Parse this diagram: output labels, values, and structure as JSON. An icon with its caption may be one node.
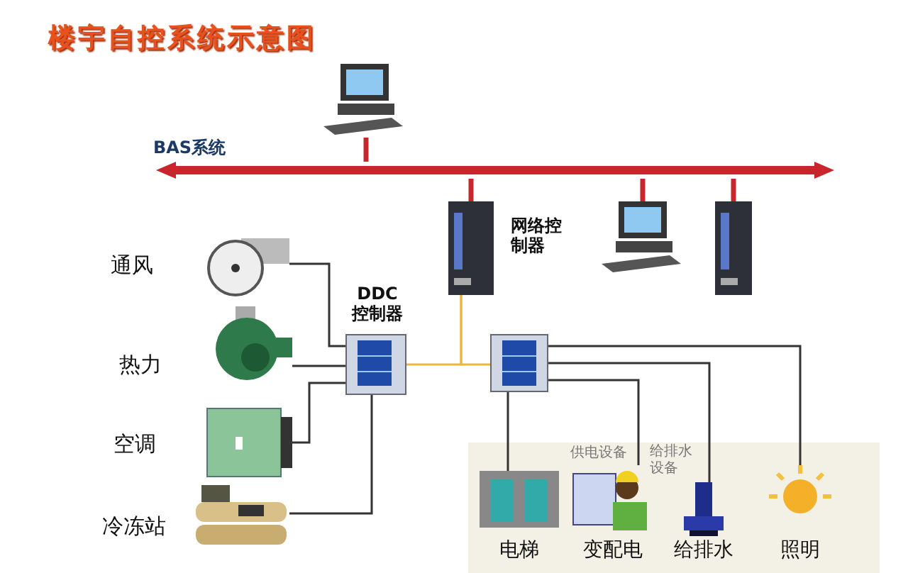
{
  "diagram": {
    "title": "楼宇自控系统示意图",
    "nodes": [
      {
        "text": [],
        "shape": "picture"
      },
      {
        "text": [],
        "shape": "bar",
        "beside": [
          "BAS系统"
        ]
      },
      {
        "text": [],
        "shape": "picture",
        "beside": [
          "网络控制器"
        ]
      },
      {
        "text": [],
        "shape": "picture"
      },
      {
        "text": [],
        "shape": "picture"
      },
      {
        "text": [],
        "shape": "picture",
        "beside": [
          "DDC控制器"
        ]
      },
      {
        "text": [],
        "shape": "picture"
      },
      {
        "text": [],
        "shape": "picture",
        "beside": [
          "通风"
        ]
      },
      {
        "text": [],
        "shape": "picture",
        "beside": [
          "热力"
        ]
      },
      {
        "text": [],
        "shape": "picture",
        "beside": [
          "空调"
        ]
      },
      {
        "text": [],
        "shape": "picture",
        "beside": [
          "冷冻站"
        ]
      },
      {
        "text": [],
        "shape": "picture",
        "beside": [
          "电梯"
        ]
      },
      {
        "text": [],
        "shape": "picture",
        "beside": [
          "变配电"
        ]
      },
      {
        "text": [],
        "shape": "picture",
        "beside": [
          "给排水"
        ]
      },
      {
        "text": [],
        "shape": "picture",
        "beside": [
          "照明"
        ]
      }
    ],
    "edges": [
      {
        "from": 0,
        "to": 1,
        "arrow": "none",
        "style": "thick",
        "color": "#c8262c"
      },
      {
        "from": 2,
        "to": 1,
        "arrow": "none",
        "style": "thick",
        "color": "#c8262c"
      },
      {
        "from": 3,
        "to": 1,
        "arrow": "none",
        "style": "thick",
        "color": "#c8262c"
      },
      {
        "from": 4,
        "to": 1,
        "arrow": "none",
        "style": "thick",
        "color": "#c8262c"
      },
      {
        "from": 2,
        "to": 5,
        "arrow": "none",
        "color": "#e8b840"
      },
      {
        "from": 2,
        "to": 6,
        "arrow": "none",
        "color": "#e8b840"
      },
      {
        "from": 5,
        "to": 7,
        "arrow": "none"
      },
      {
        "from": 5,
        "to": 8,
        "arrow": "none"
      },
      {
        "from": 5,
        "to": 9,
        "arrow": "none"
      },
      {
        "from": 5,
        "to": 10,
        "arrow": "none"
      },
      {
        "from": 6,
        "to": 11,
        "arrow": "none"
      },
      {
        "from": 6,
        "to": 12,
        "arrow": "none"
      },
      {
        "from": 6,
        "to": 13,
        "arrow": "none"
      },
      {
        "from": 6,
        "to": 14,
        "arrow": "none"
      }
    ],
    "labels": [
      "供电设备",
      "给排水设备"
    ]
  }
}
